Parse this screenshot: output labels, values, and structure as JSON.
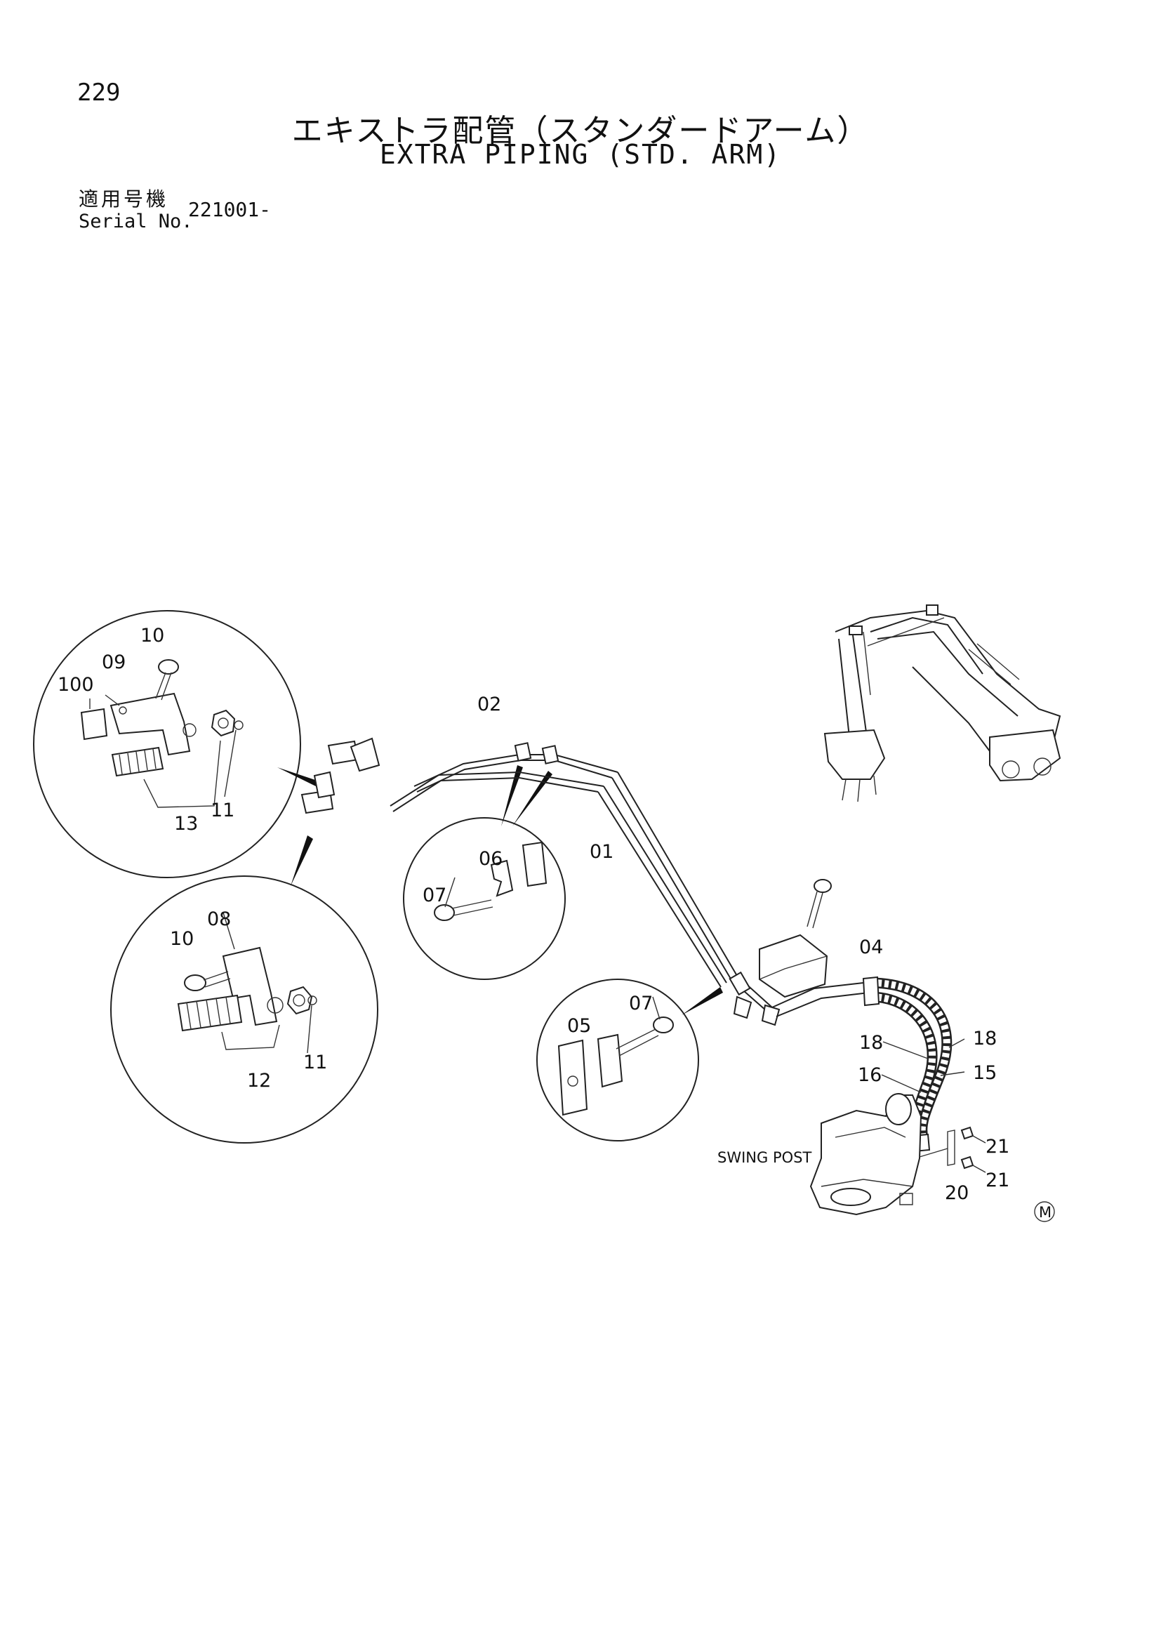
{
  "header": {
    "page_number": "229",
    "title_jp": "エキストラ配管（スタンダードアーム）",
    "title_en": "EXTRA PIPING (STD. ARM)",
    "serial_label_jp": "適用号機",
    "serial_label_en": "Serial No.",
    "serial_value": "221001-"
  },
  "diagram": {
    "callouts": {
      "c01": "01",
      "c02": "02",
      "c04": "04",
      "c05": "05",
      "c06": "06",
      "c07a": "07",
      "c07b": "07",
      "c08": "08",
      "c09": "09",
      "c10a": "10",
      "c10b": "10",
      "c11a": "11",
      "c11b": "11",
      "c12": "12",
      "c13": "13",
      "c15": "15",
      "c16": "16",
      "c18a": "18",
      "c18b": "18",
      "c20": "20",
      "c21a": "21",
      "c21b": "21",
      "c100": "100"
    },
    "swing_post_label": "SWING POST",
    "mark": "M"
  }
}
